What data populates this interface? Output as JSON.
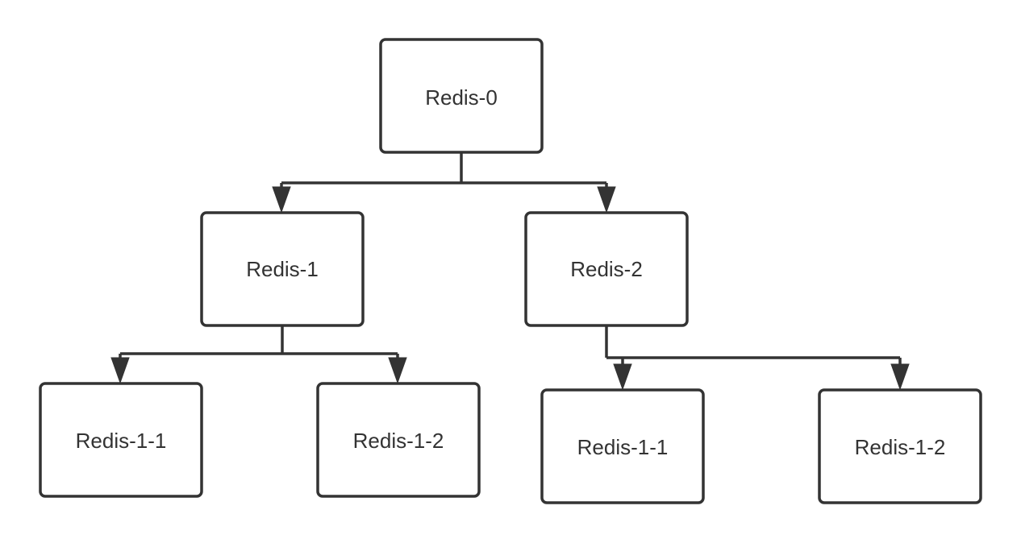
{
  "nodes": {
    "root": {
      "label": "Redis-0"
    },
    "n1": {
      "label": "Redis-1"
    },
    "n2": {
      "label": "Redis-2"
    },
    "n1_1": {
      "label": "Redis-1-1"
    },
    "n1_2": {
      "label": "Redis-1-2"
    },
    "n2_1": {
      "label": "Redis-1-1"
    },
    "n2_2": {
      "label": "Redis-1-2"
    }
  },
  "edges": [
    {
      "from": "root",
      "to": "n1"
    },
    {
      "from": "root",
      "to": "n2"
    },
    {
      "from": "n1",
      "to": "n1_1"
    },
    {
      "from": "n1",
      "to": "n1_2"
    },
    {
      "from": "n2",
      "to": "n2_1"
    },
    {
      "from": "n2",
      "to": "n2_2"
    }
  ],
  "colors": {
    "stroke": "#333333",
    "background": "#ffffff",
    "text": "#333333"
  }
}
